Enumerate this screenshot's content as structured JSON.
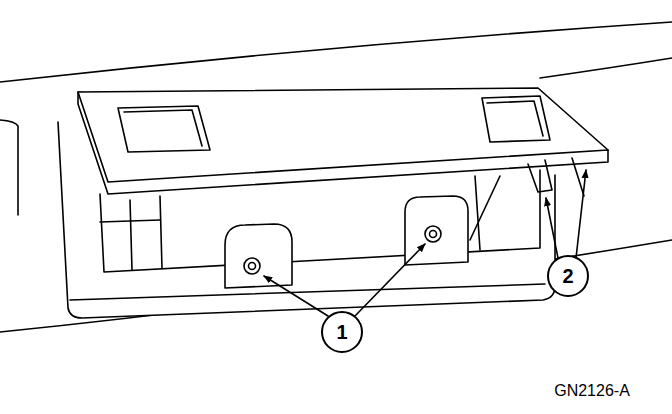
{
  "diagram": {
    "labels": [
      "1",
      "2",
      "GN2126-A"
    ]
  }
}
